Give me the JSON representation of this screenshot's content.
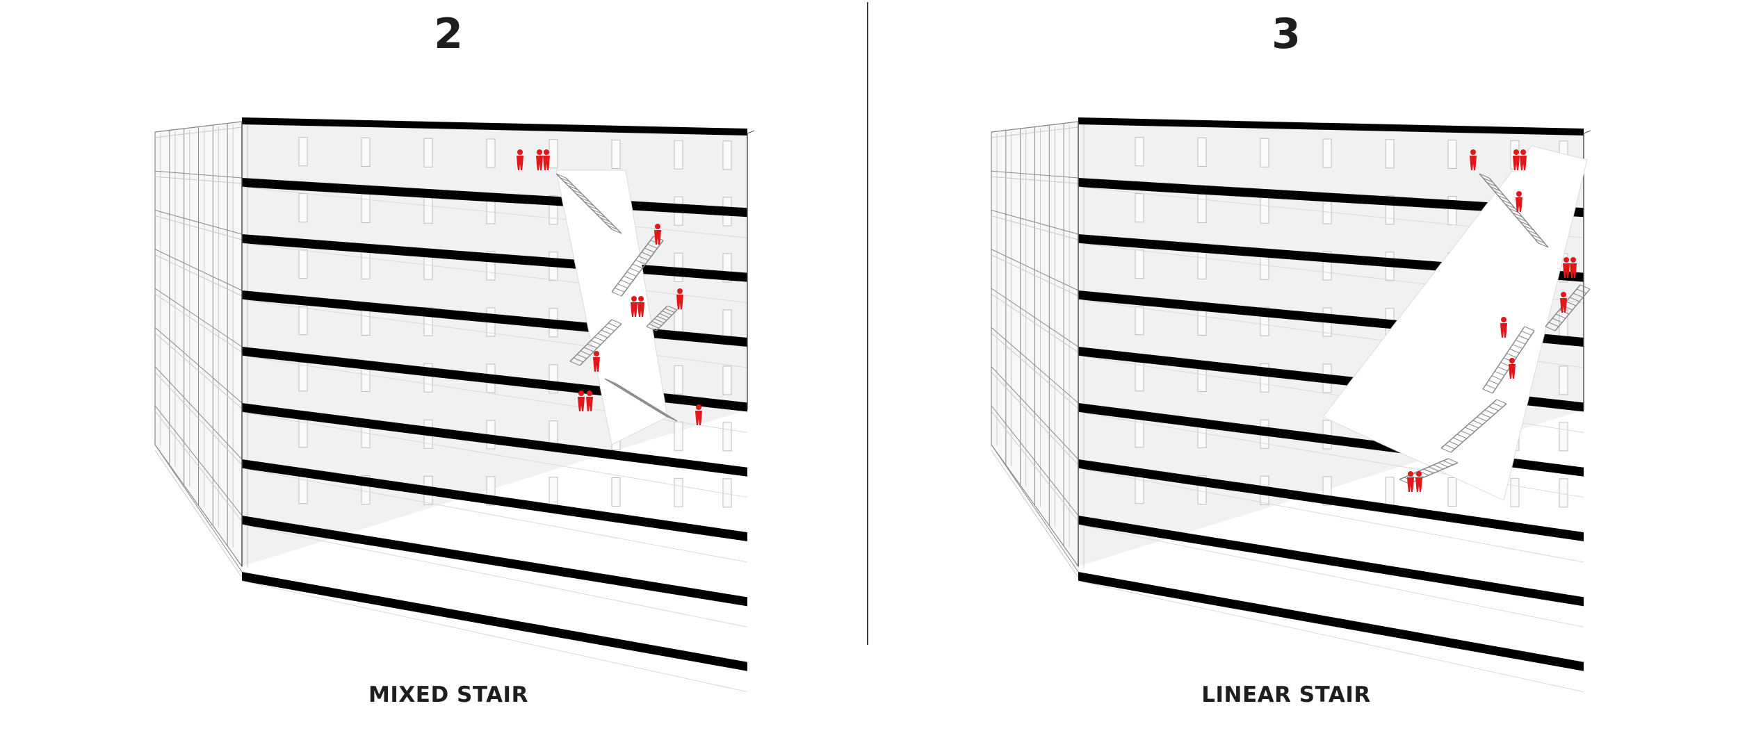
{
  "panels": [
    {
      "number": "2",
      "caption": "MIXED STAIR"
    },
    {
      "number": "3",
      "caption": "LINEAR STAIR"
    }
  ],
  "colors": {
    "slab": "#000000",
    "structure": "#ffffff",
    "line": "#8a8a8a",
    "figure": "#e0181b",
    "background": "#ffffff"
  }
}
